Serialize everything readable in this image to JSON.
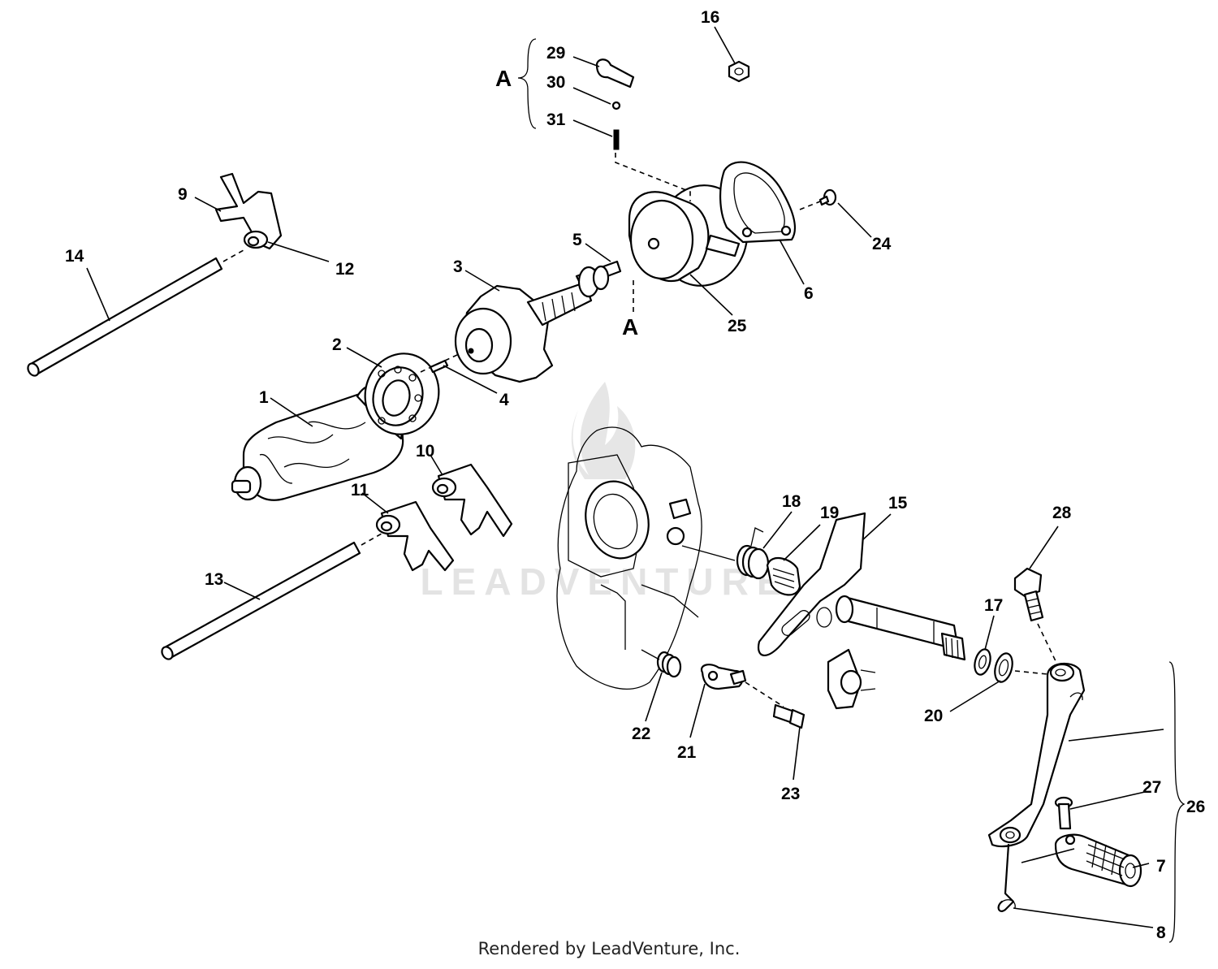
{
  "footer_text": "Rendered by LeadVenture, Inc.",
  "watermark_text": "LEADVENTURE",
  "group_labels": {
    "upper": "A",
    "lower": "A"
  },
  "callouts": {
    "c1": "1",
    "c2": "2",
    "c3": "3",
    "c4": "4",
    "c5": "5",
    "c6": "6",
    "c7": "7",
    "c8": "8",
    "c9": "9",
    "c10": "10",
    "c11": "11",
    "c12": "12",
    "c13": "13",
    "c14": "14",
    "c15": "15",
    "c16": "16",
    "c17": "17",
    "c18": "18",
    "c19": "19",
    "c20": "20",
    "c21": "21",
    "c22": "22",
    "c23": "23",
    "c24": "24",
    "c25": "25",
    "c26": "26",
    "c27": "27",
    "c28": "28",
    "c29": "29",
    "c30": "30",
    "c31": "31"
  }
}
